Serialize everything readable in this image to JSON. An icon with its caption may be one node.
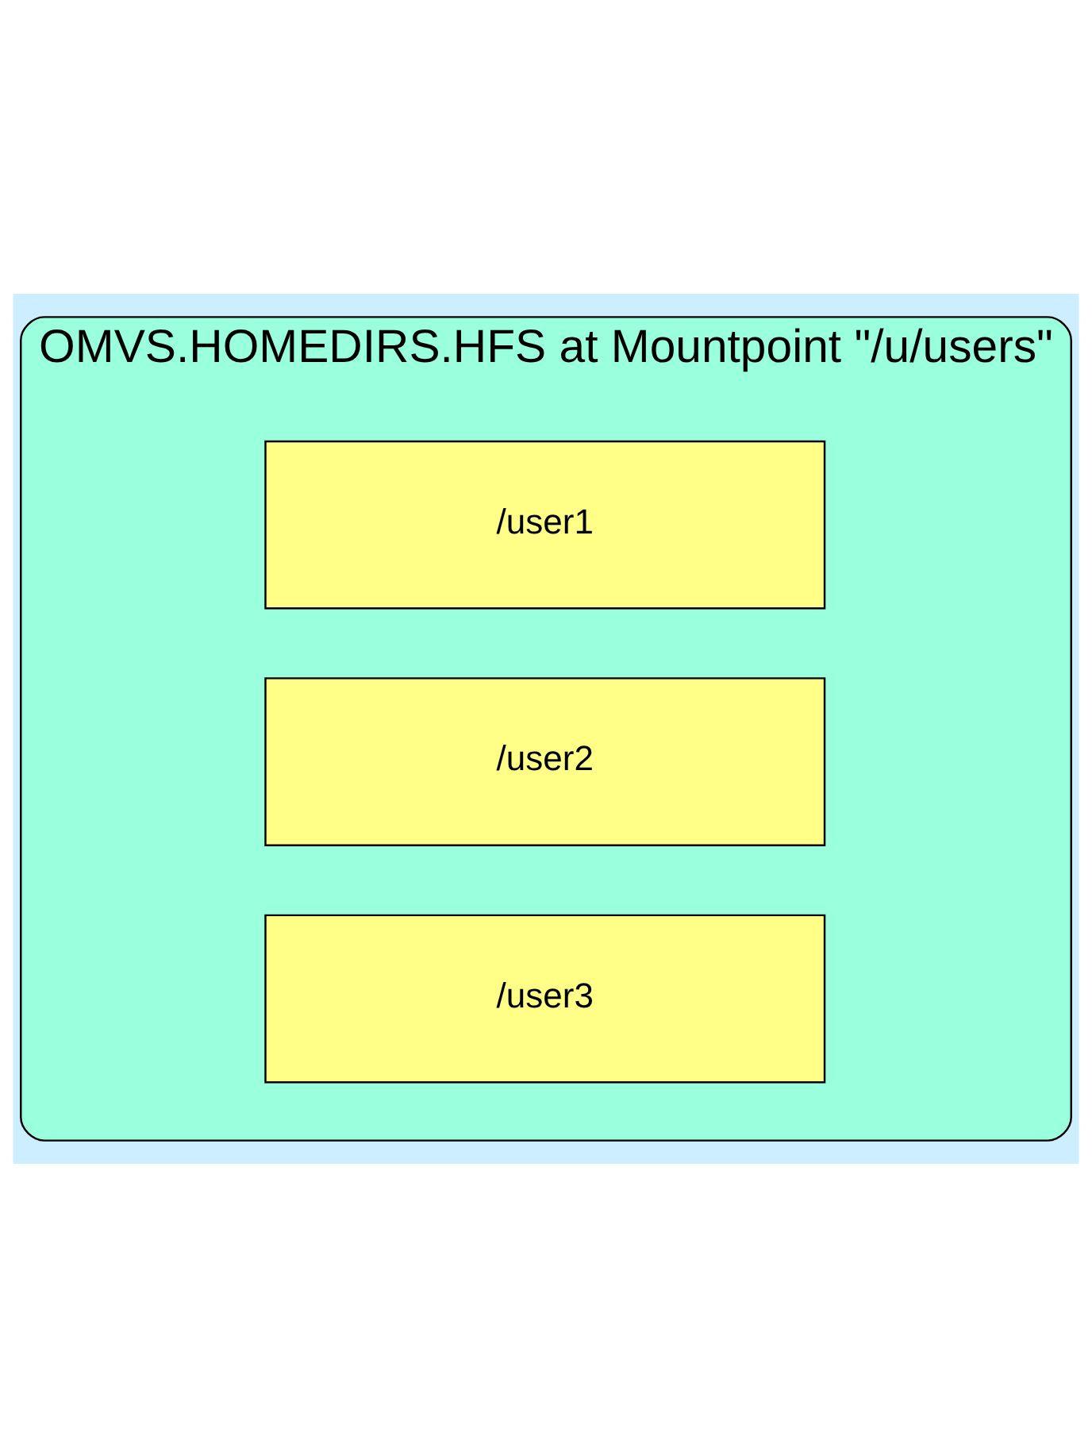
{
  "diagram": {
    "nodes": [
      {
        "text": [
          "OMVS.HOMEDIRS.HFS at Mountpoint \"/u/users\""
        ]
      },
      {
        "text": [
          "/user1"
        ],
        "in": 0
      },
      {
        "text": [
          "/user2"
        ],
        "in": 0
      },
      {
        "text": [
          "/user3"
        ],
        "in": 0
      }
    ]
  }
}
